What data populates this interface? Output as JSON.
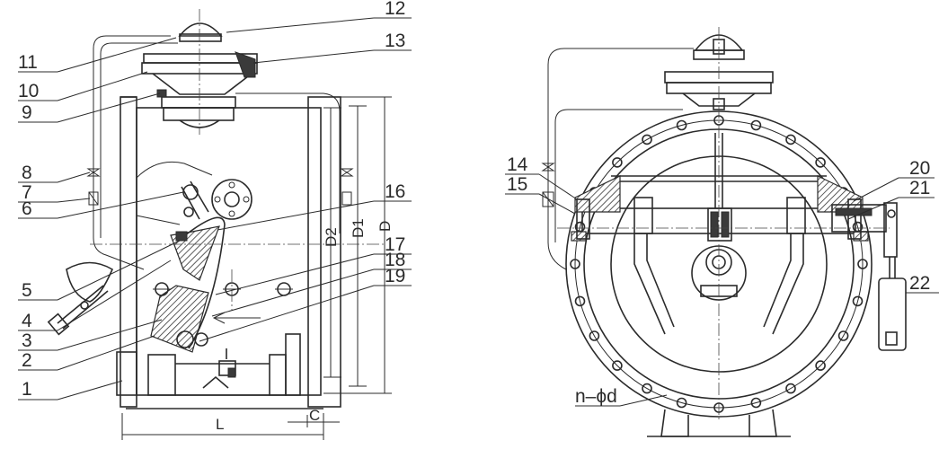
{
  "left_view": {
    "callouts": [
      "1",
      "2",
      "3",
      "4",
      "5",
      "6",
      "7",
      "8",
      "9",
      "10",
      "11",
      "12",
      "13",
      "16",
      "17",
      "18",
      "19"
    ],
    "dimensions": {
      "L": "L",
      "C": "C",
      "D": "D",
      "D1": "D1",
      "D2": "D2"
    }
  },
  "right_view": {
    "callouts": [
      "14",
      "15",
      "20",
      "21",
      "22"
    ],
    "bolt_note": "n–ϕd"
  }
}
